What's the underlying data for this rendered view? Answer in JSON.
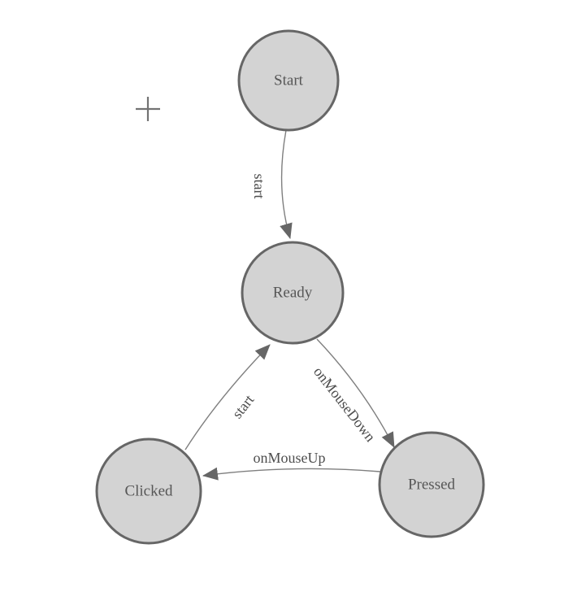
{
  "diagram": {
    "kind": "finite-state-machine",
    "nodes": [
      {
        "id": "start",
        "label": "Start"
      },
      {
        "id": "ready",
        "label": "Ready"
      },
      {
        "id": "clicked",
        "label": "Clicked"
      },
      {
        "id": "pressed",
        "label": "Pressed"
      }
    ],
    "edges": [
      {
        "from": "start",
        "to": "ready",
        "label": "start"
      },
      {
        "from": "ready",
        "to": "pressed",
        "label": "onMouseDown"
      },
      {
        "from": "pressed",
        "to": "clicked",
        "label": "onMouseUp"
      },
      {
        "from": "clicked",
        "to": "ready",
        "label": "start"
      }
    ],
    "colors": {
      "background": "#ffffff",
      "node_fill": "#d3d3d3",
      "node_stroke": "#666666",
      "node_text": "#565656",
      "edge_stroke": "#7f7f7f",
      "edge_text": "#4d4d4d",
      "arrow_fill": "#666666",
      "crosshair": "#737373"
    }
  }
}
